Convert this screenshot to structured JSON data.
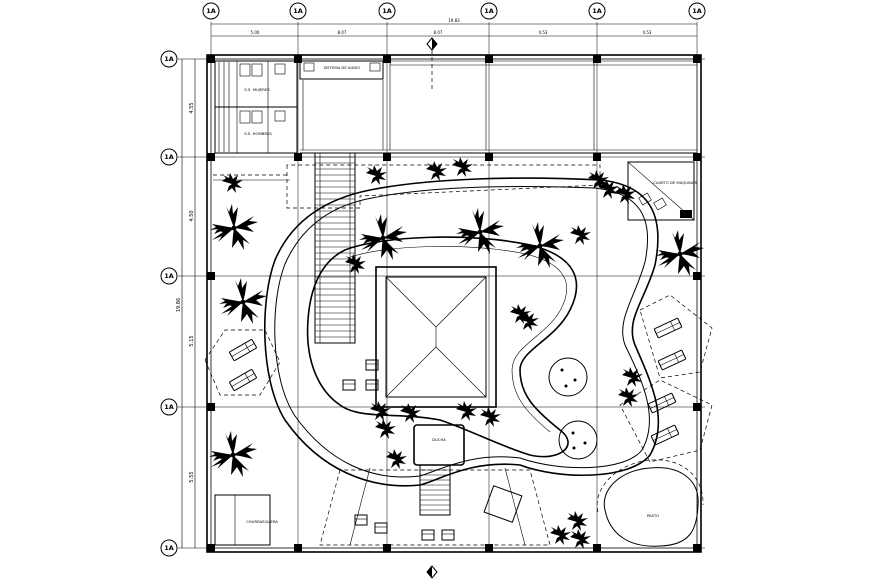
{
  "grid": {
    "axis_label": "1A",
    "top_dims": [
      "5.00",
      "8.07",
      "8.07",
      "4.53",
      "4.53"
    ],
    "top_total": "19.83",
    "left_dims": [
      "4.55",
      "4.50",
      "5.15",
      "5.55"
    ],
    "left_total": "19.86"
  },
  "labels": {
    "audio_system": "SISTEMA DE AUDIO",
    "restroom_men": "S.S. MUJERES",
    "restroom_women": "S.S. HOMBRES",
    "machine_room": "CUARTO DE MAQUINAS",
    "shower": "DUCHA",
    "bbq": "CHURRASQUERA",
    "grass": "PASTO"
  },
  "icons": {
    "palm": "palm-tree-icon",
    "shrub": "shrub-icon",
    "north": "north-arrow-icon"
  }
}
